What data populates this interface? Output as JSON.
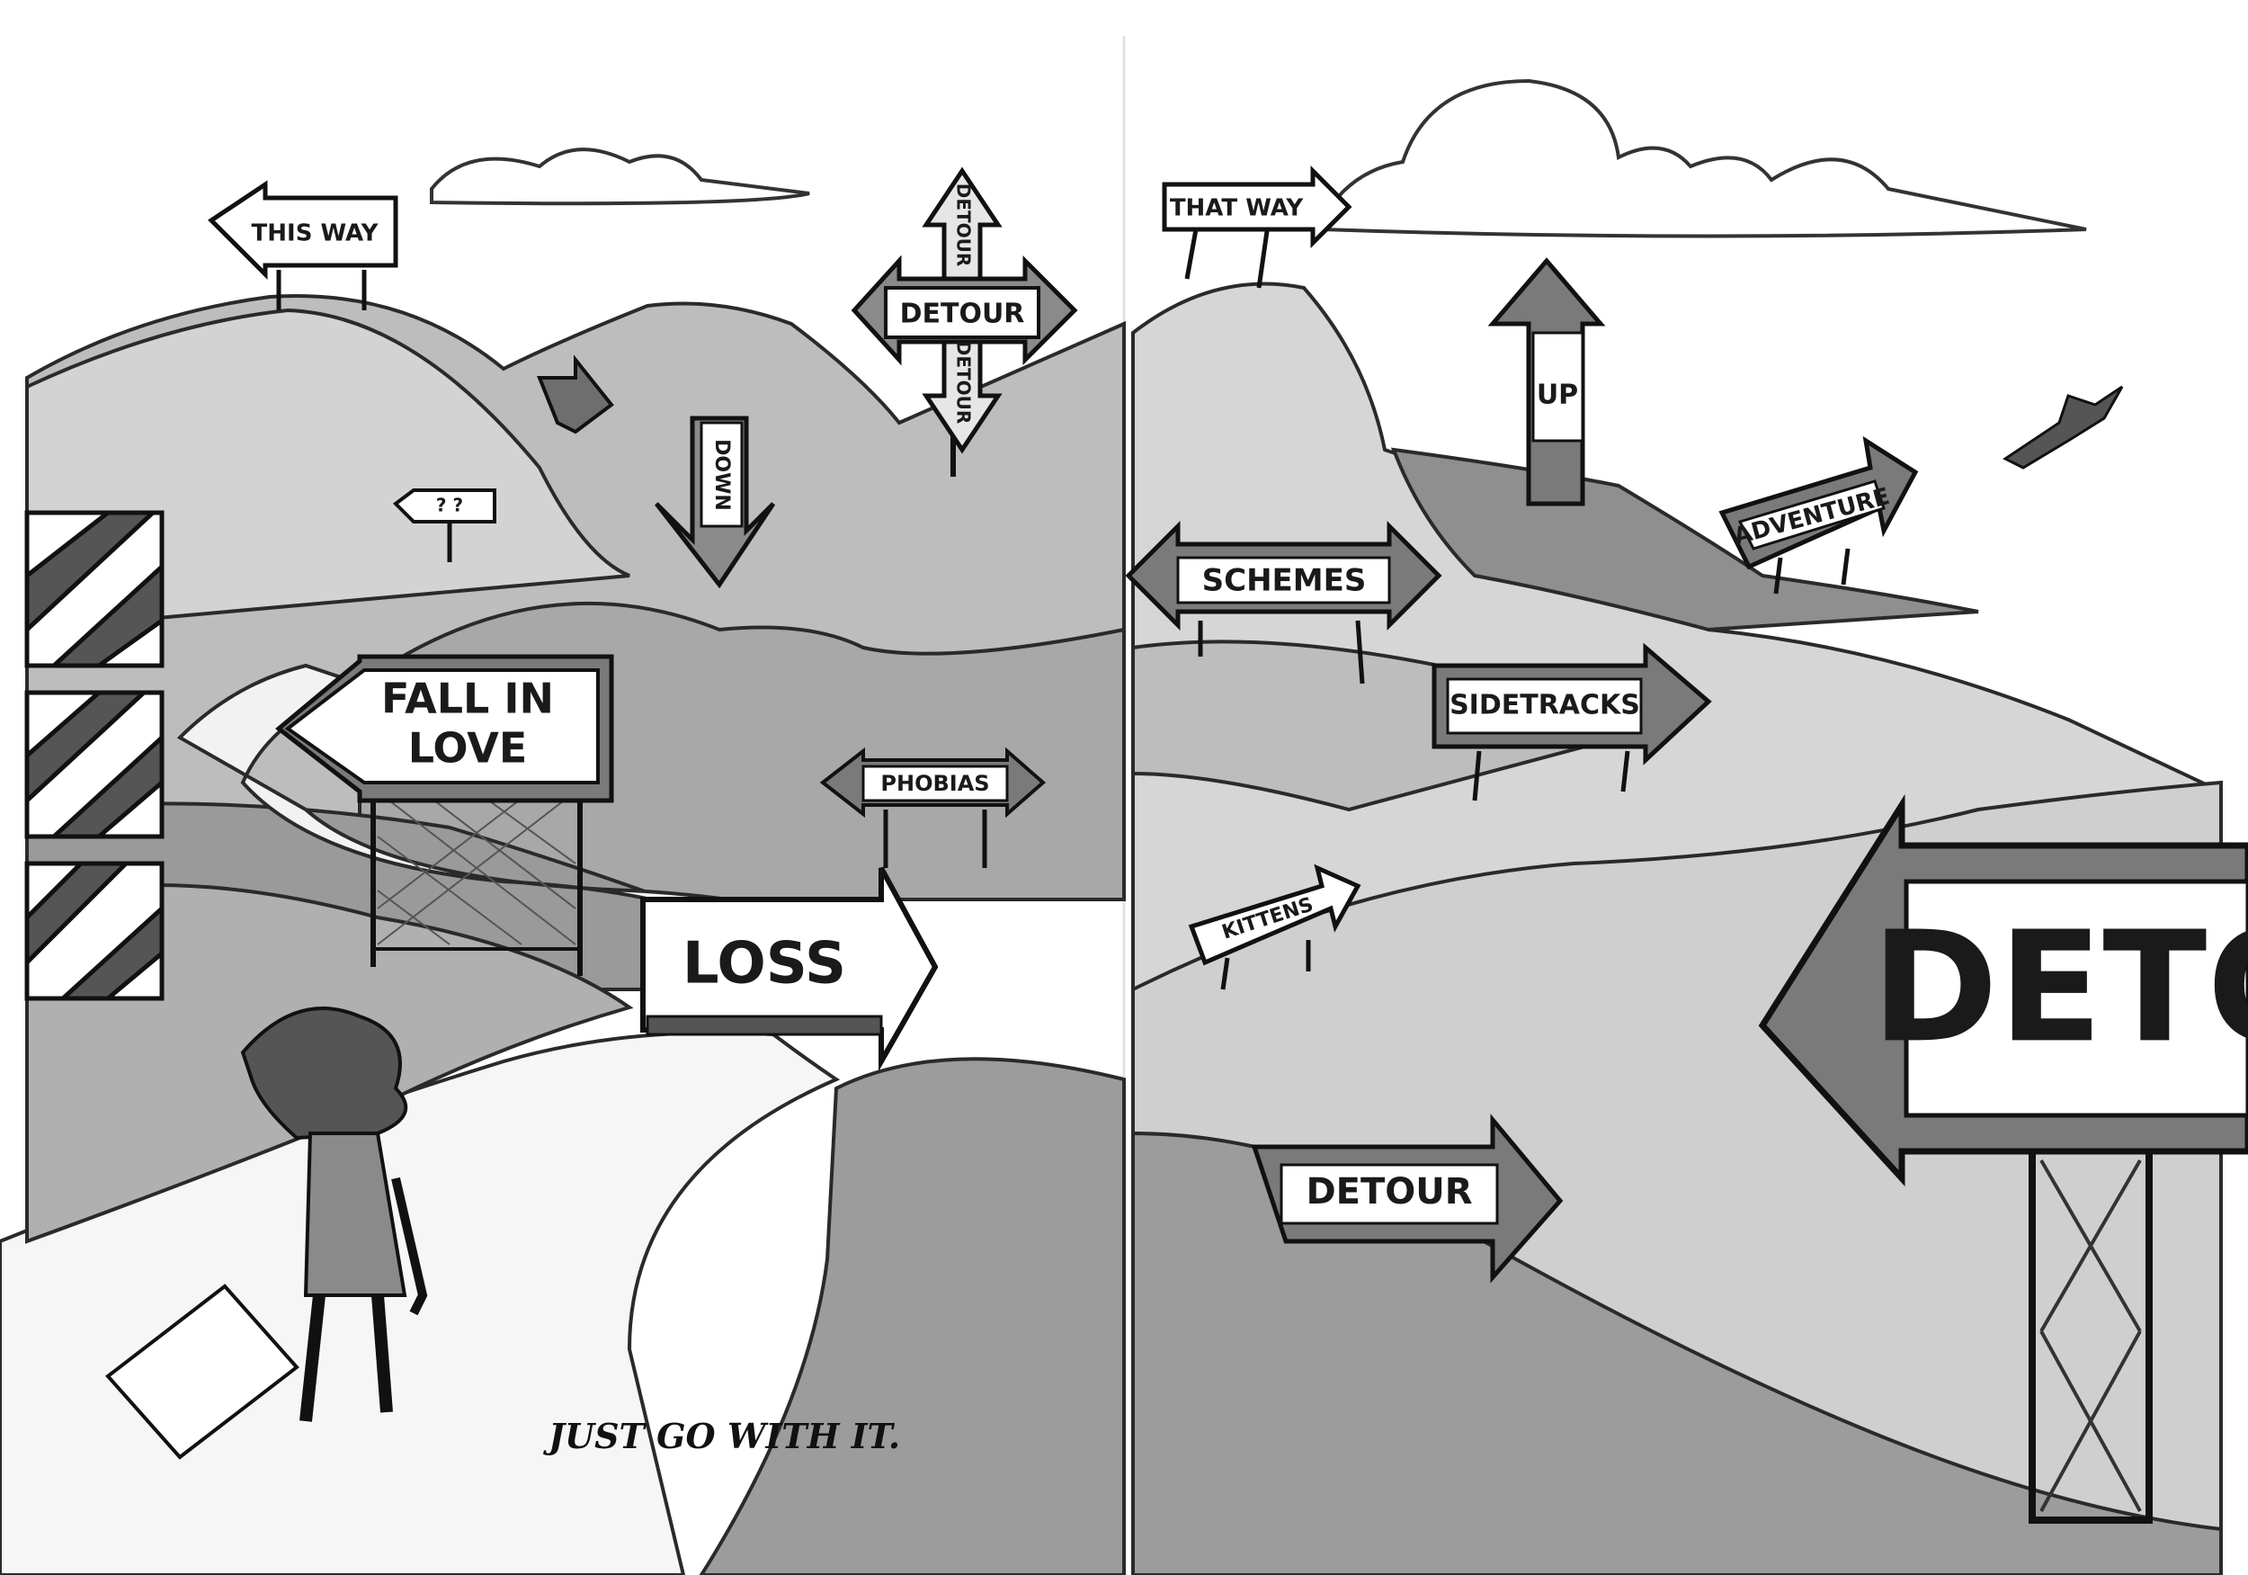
{
  "signs": {
    "this_way": "THIS WAY",
    "detour_cross": "DETOUR",
    "detour_vertical_top": "DETOUR",
    "detour_vertical_bottom": "DETOUR",
    "question": "? ?",
    "down": "DOWN",
    "fall_in_love_1": "FALL IN",
    "fall_in_love_2": "LOVE",
    "phobias": "PHOBIAS",
    "loss": "LOSS",
    "that_way": "THAT WAY",
    "up": "UP",
    "adventure": "ADVENTURE",
    "schemes": "SCHEMES",
    "sidetracks": "SIDETRACKS",
    "kittens": "KITTENS",
    "detour_low": "DETOUR",
    "detour_big": "DETO"
  },
  "caption": "JUST GO WITH IT.",
  "colors": {
    "ink": "#1a1a1a",
    "hill_light": "#d9d9d9",
    "hill_mid": "#bdbdbd",
    "hill_dark": "#8f8f8f",
    "sign_fill": "#ffffff",
    "sign_dark": "#6e6e6e"
  }
}
